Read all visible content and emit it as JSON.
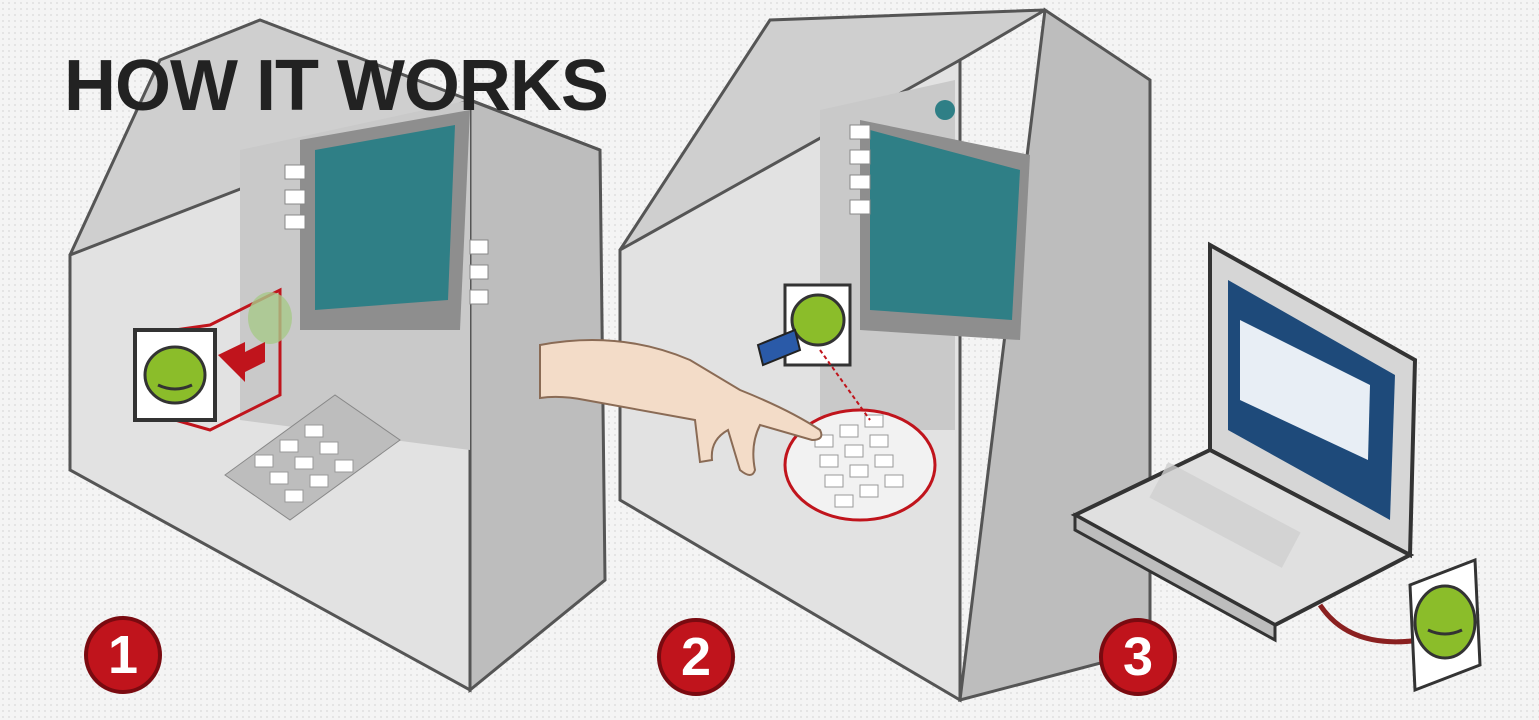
{
  "title": "HOW IT WORKS",
  "steps": [
    {
      "number": "1"
    },
    {
      "number": "2"
    },
    {
      "number": "3"
    }
  ],
  "colors": {
    "step_badge": "#c0141c",
    "atm_body": "#dcdcdc",
    "atm_screen": "#2f7f86",
    "skimmer": "#8bbd2a",
    "highlight": "#c0141c"
  },
  "icons": [
    "atm-machine-icon",
    "card-skimmer-icon",
    "hand-icon",
    "keypad-icon",
    "laptop-icon",
    "green-device-icon"
  ]
}
